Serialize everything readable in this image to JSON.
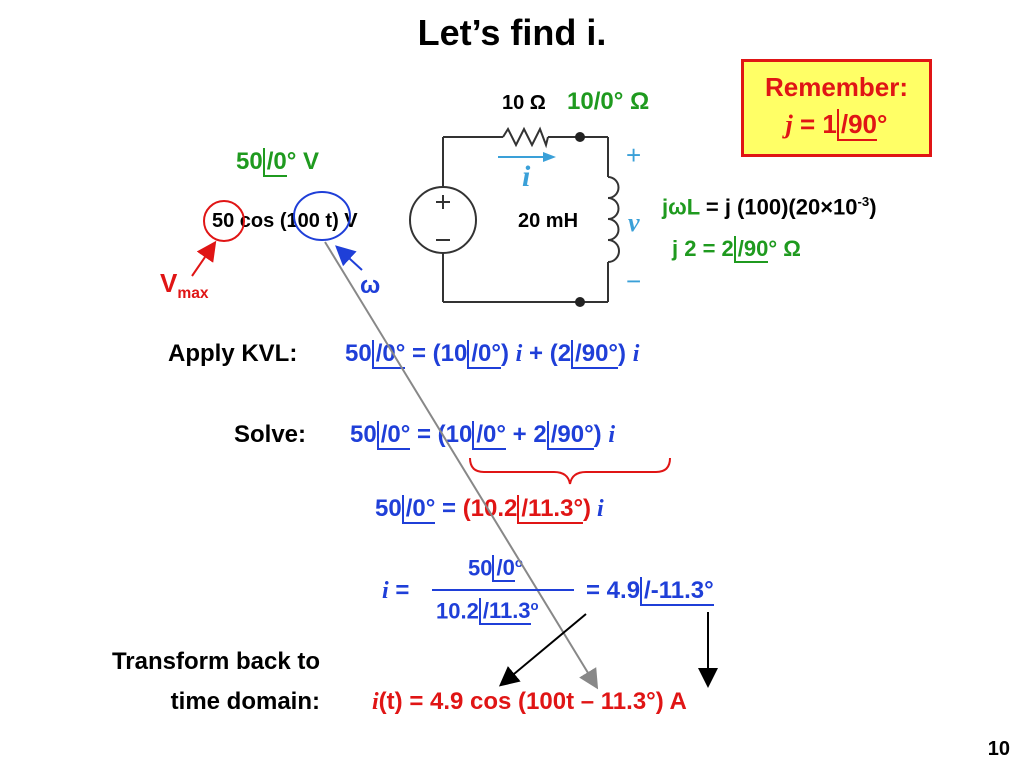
{
  "title": "Let’s find i.",
  "remember": {
    "heading": "Remember:",
    "j": "j",
    "eq": " = 1",
    "angle": "/90",
    "deg": "°"
  },
  "resistor": {
    "label": "10 Ω",
    "phasor": "10/0",
    "deg": "° Ω"
  },
  "source_phasor": {
    "mag": "50",
    "angle": "/0",
    "deg": "° V"
  },
  "source_time": {
    "a": "50 cos (",
    "b": "100",
    "c": " t) V"
  },
  "inductor": {
    "label": "20 mH",
    "v": "v",
    "plus": "+",
    "minus": "−",
    "i": "i"
  },
  "impedance": {
    "line1_a": "jωL",
    "line1_b": " = ",
    "line1_c": "j (100)(20×10",
    "line1_exp": "-3",
    "line1_d": ")",
    "line2": "j 2 = 2",
    "line2_angle": "/90",
    "line2_deg": "° Ω"
  },
  "vmax": {
    "v": "V",
    "sub": "max"
  },
  "omega": "ω",
  "kvl": {
    "label": "Apply KVL:",
    "lhs": "50",
    "lhs_ang": "/0°",
    "eq": " = (10",
    "a1": "/0°",
    "p1": ") ",
    "i": "i",
    "plus": " + (2",
    "a2": "/90°",
    "p2": ") ",
    "i2": "i"
  },
  "solve": {
    "label": "Solve:",
    "lhs": "50",
    "lhs_ang": "/0°",
    "eq": " = (10",
    "a1": "/0°",
    "plus": " + 2",
    "a2": "/90°",
    "p": ") ",
    "i": "i"
  },
  "step3": {
    "lhs": "50",
    "lhs_ang": "/0°",
    "eq": " = ",
    "red1": "(10.2",
    "red_ang": "/11.3°",
    "red_p": ")",
    "i": " i"
  },
  "frac": {
    "i": "i",
    "eq": " =",
    "num": "50",
    "num_ang": "/0",
    "num_deg": "o",
    "den": "10.2",
    "den_ang": "/11.3",
    "den_deg": "o",
    "result": "= 4.9",
    "result_ang": "/-11.3°"
  },
  "transform": {
    "line1": "Transform back to",
    "line2": "time domain:"
  },
  "final": {
    "i": "i",
    "rest": "(t) = 4.9 cos (100",
    "t": "t",
    "end": " – 11.3°) A"
  },
  "page_number": "10"
}
